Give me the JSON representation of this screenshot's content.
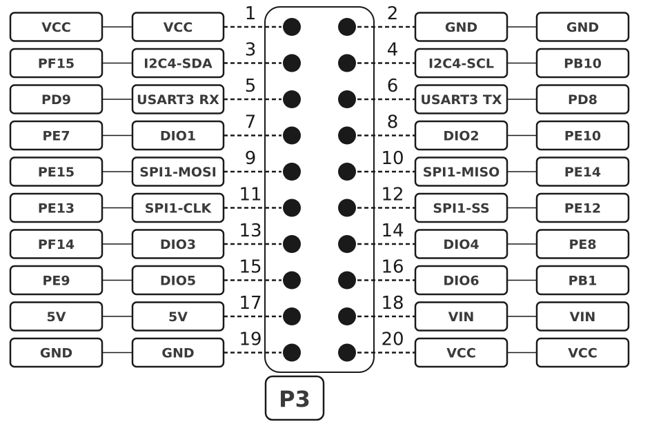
{
  "header": {
    "label": "P3"
  },
  "colors": {
    "line": "#1a1a1a",
    "text": "#3a3a3a",
    "fill": "#ffffff"
  },
  "rows": [
    {
      "left_pin": "1",
      "left_func": "VCC",
      "left_port": "VCC",
      "right_pin": "2",
      "right_func": "GND",
      "right_port": "GND"
    },
    {
      "left_pin": "3",
      "left_func": "I2C4-SDA",
      "left_port": "PF15",
      "right_pin": "4",
      "right_func": "I2C4-SCL",
      "right_port": "PB10"
    },
    {
      "left_pin": "5",
      "left_func": "USART3 RX",
      "left_port": "PD9",
      "right_pin": "6",
      "right_func": "USART3 TX",
      "right_port": "PD8"
    },
    {
      "left_pin": "7",
      "left_func": "DIO1",
      "left_port": "PE7",
      "right_pin": "8",
      "right_func": "DIO2",
      "right_port": "PE10"
    },
    {
      "left_pin": "9",
      "left_func": "SPI1-MOSI",
      "left_port": "PE15",
      "right_pin": "10",
      "right_func": "SPI1-MISO",
      "right_port": "PE14"
    },
    {
      "left_pin": "11",
      "left_func": "SPI1-CLK",
      "left_port": "PE13",
      "right_pin": "12",
      "right_func": "SPI1-SS",
      "right_port": "PE12"
    },
    {
      "left_pin": "13",
      "left_func": "DIO3",
      "left_port": "PF14",
      "right_pin": "14",
      "right_func": "DIO4",
      "right_port": "PE8"
    },
    {
      "left_pin": "15",
      "left_func": "DIO5",
      "left_port": "PE9",
      "right_pin": "16",
      "right_func": "DIO6",
      "right_port": "PB1"
    },
    {
      "left_pin": "17",
      "left_func": "5V",
      "left_port": "5V",
      "right_pin": "18",
      "right_func": "VIN",
      "right_port": "VIN"
    },
    {
      "left_pin": "19",
      "left_func": "GND",
      "left_port": "GND",
      "right_pin": "20",
      "right_func": "VCC",
      "right_port": "VCC"
    }
  ]
}
